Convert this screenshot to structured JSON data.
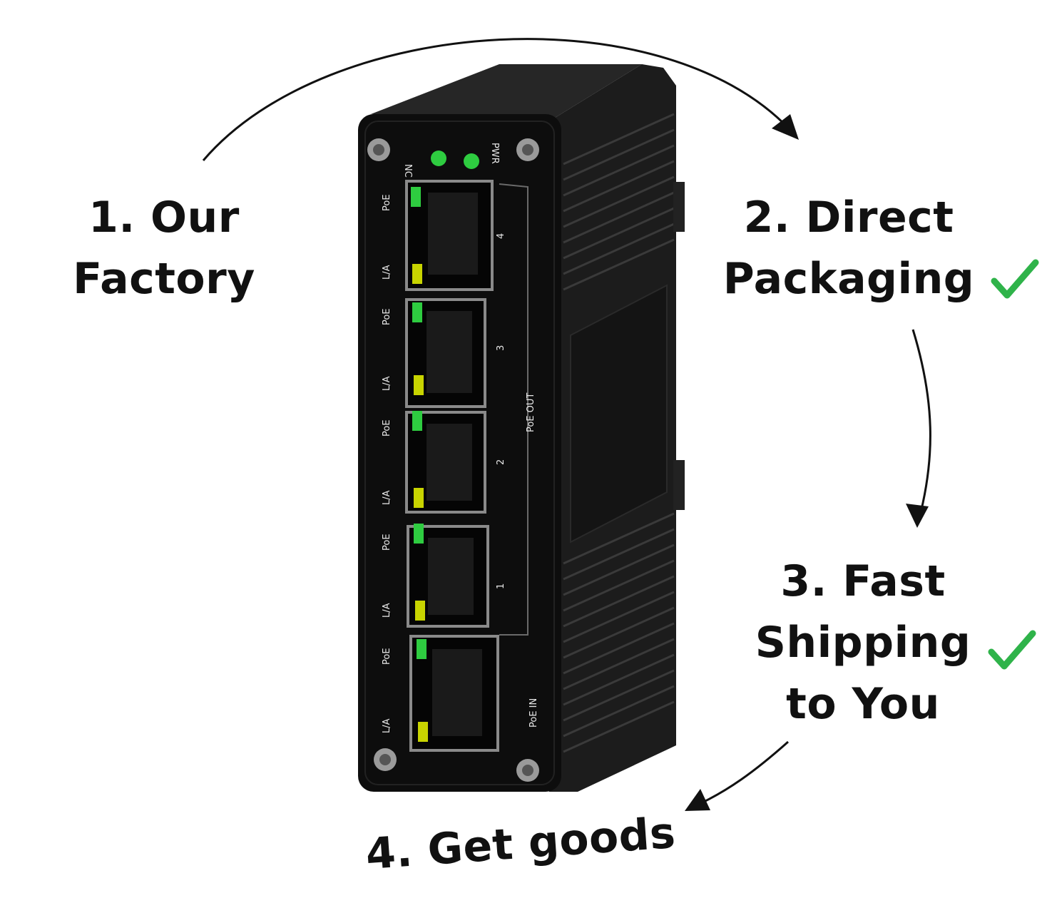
{
  "steps": [
    {
      "lines": [
        "1. Our",
        "Factory"
      ]
    },
    {
      "lines": [
        "2. Direct",
        "Packaging"
      ],
      "check": true
    },
    {
      "lines": [
        "3. Fast",
        "Shipping",
        "to You"
      ],
      "check": true
    },
    {
      "lines": [
        "4. Get goods"
      ]
    }
  ],
  "device": {
    "top_labels": [
      "NC",
      "PWR"
    ],
    "side_labels": [
      "PoE",
      "L/A"
    ],
    "port_numbers": [
      "4",
      "3",
      "2",
      "1"
    ],
    "group_labels": {
      "out": "PoE OUT",
      "in": "PoE IN"
    }
  },
  "colors": {
    "check": "#2fb34a",
    "text": "#111111",
    "device": "#0d0d0d",
    "led_green": "#2ecc40",
    "led_yellow": "#c8d400"
  }
}
